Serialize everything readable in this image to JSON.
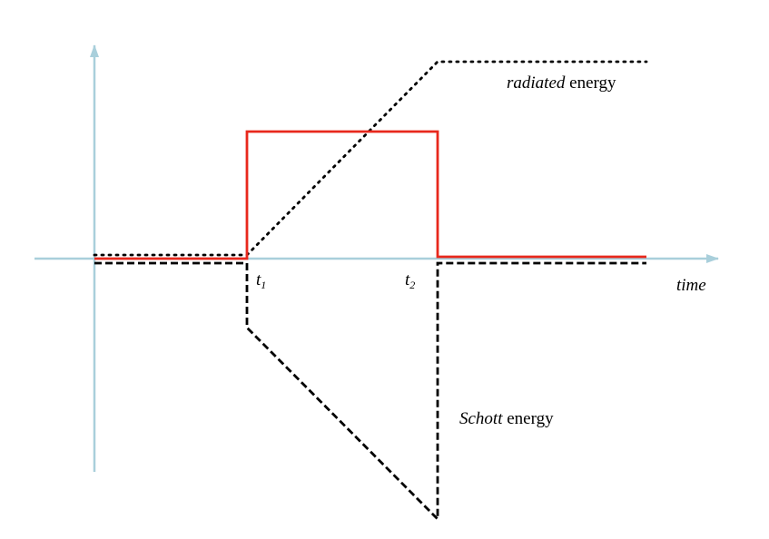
{
  "axis": {
    "color": "#a9cfdb"
  },
  "x_axis_label": "time",
  "ticks": [
    {
      "base": "t",
      "sub": "1"
    },
    {
      "base": "t",
      "sub": "2"
    }
  ],
  "curves": {
    "pulse": {
      "color": "#e8281c"
    },
    "radiated": {
      "label_italic": "radiated",
      "label_rest": " energy",
      "color": "#000000"
    },
    "schott": {
      "label_italic": "Schott",
      "label_rest": " energy",
      "color": "#000000"
    }
  }
}
